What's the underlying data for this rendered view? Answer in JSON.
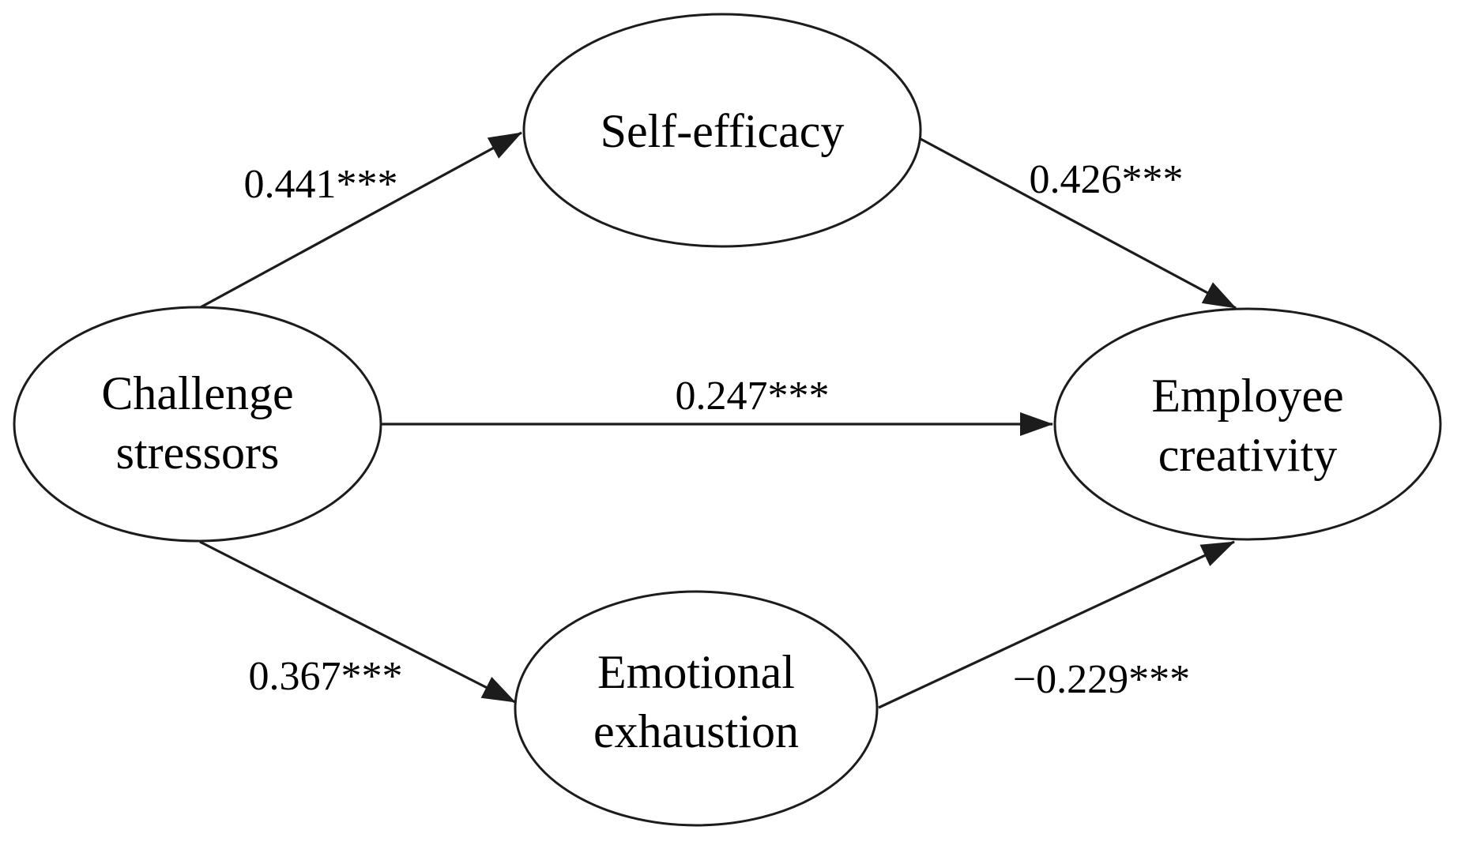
{
  "diagram": {
    "kind": "structural-equation-model-path-diagram",
    "background_color": "#ffffff",
    "line_color": "#1c1c1c",
    "text_color": "#000000",
    "nodes": {
      "challenge_stressors": {
        "line1": "Challenge",
        "line2": "stressors"
      },
      "self_efficacy": {
        "line1": "Self-efficacy"
      },
      "emotional_exhaustion": {
        "line1": "Emotional",
        "line2": "exhaustion"
      },
      "employee_creativity": {
        "line1": "Employee",
        "line2": "creativity"
      }
    },
    "edges": [
      {
        "from": "Challenge stressors",
        "to": "Self-efficacy",
        "coefficient": "0.441***"
      },
      {
        "from": "Self-efficacy",
        "to": "Employee creativity",
        "coefficient": "0.426***"
      },
      {
        "from": "Challenge stressors",
        "to": "Employee creativity",
        "coefficient": "0.247***"
      },
      {
        "from": "Challenge stressors",
        "to": "Emotional exhaustion",
        "coefficient": "0.367***"
      },
      {
        "from": "Emotional exhaustion",
        "to": "Employee creativity",
        "coefficient": "−0.229***"
      }
    ]
  }
}
